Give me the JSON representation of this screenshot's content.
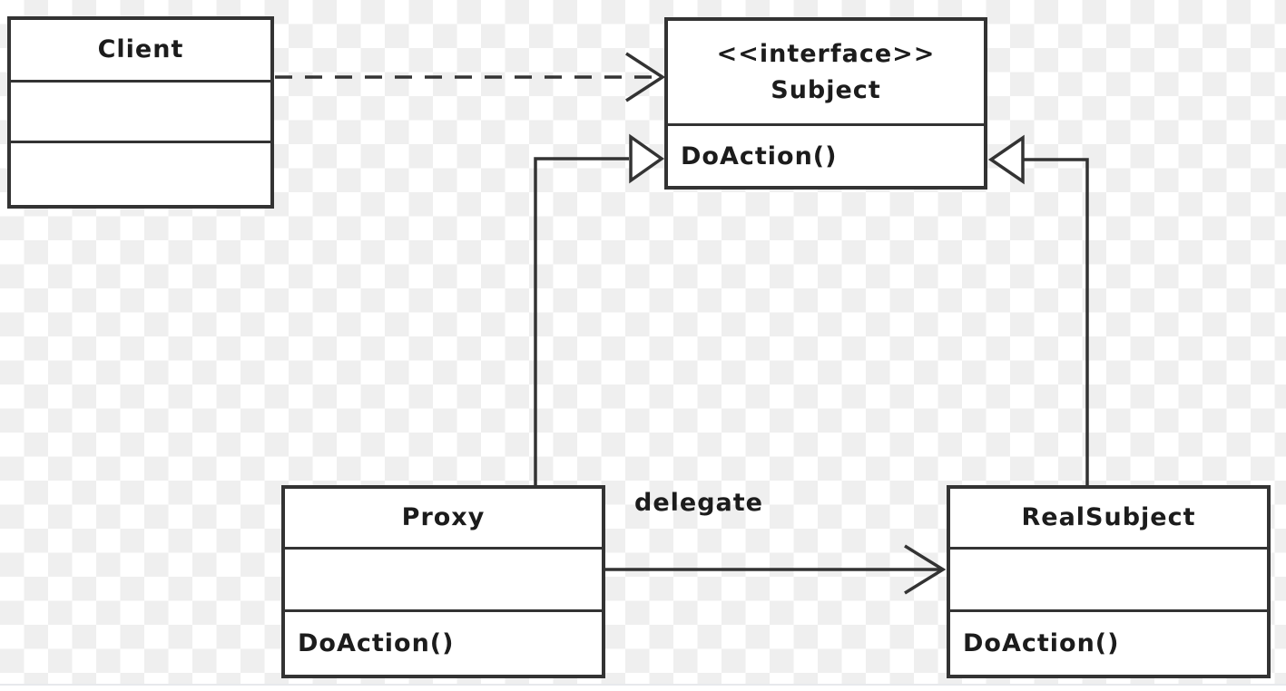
{
  "classes": {
    "client": {
      "name": "Client"
    },
    "subject": {
      "stereotype": "<<interface>>",
      "name": "Subject",
      "method": "DoAction()"
    },
    "proxy": {
      "name": "Proxy",
      "method": "DoAction()"
    },
    "realsubject": {
      "name": "RealSubject",
      "method": "DoAction()"
    }
  },
  "relationships": [
    {
      "from": "Client",
      "to": "Subject",
      "type": "dependency",
      "style": "dashed-open-arrow"
    },
    {
      "from": "Proxy",
      "to": "Subject",
      "type": "realization",
      "style": "solid-hollow-triangle"
    },
    {
      "from": "RealSubject",
      "to": "Subject",
      "type": "realization",
      "style": "solid-hollow-triangle"
    },
    {
      "from": "Proxy",
      "to": "RealSubject",
      "type": "association",
      "style": "solid-open-arrow",
      "label": "delegate"
    }
  ],
  "edge_labels": {
    "delegate": "delegate"
  },
  "colors": {
    "line": "#333333",
    "box_fill": "#ffffff",
    "checker_light": "#ffffff",
    "checker_gray": "#efefef"
  }
}
